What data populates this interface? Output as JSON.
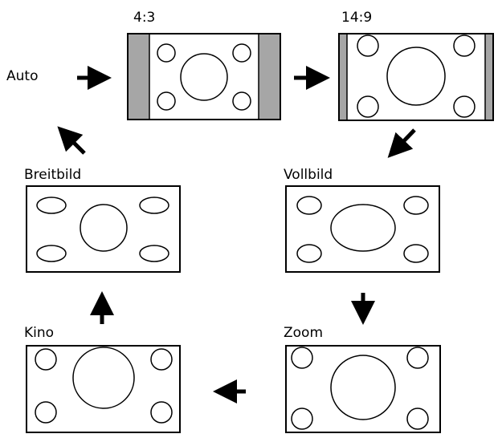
{
  "labels": {
    "auto": "Auto",
    "ratio_4_3": "4:3",
    "ratio_14_9": "14:9",
    "breitbild": "Breitbild",
    "vollbild": "Vollbild",
    "kino": "Kino",
    "zoom": "Zoom"
  },
  "colors": {
    "bar_fill": "#a6a6a6",
    "stroke": "#000000"
  }
}
